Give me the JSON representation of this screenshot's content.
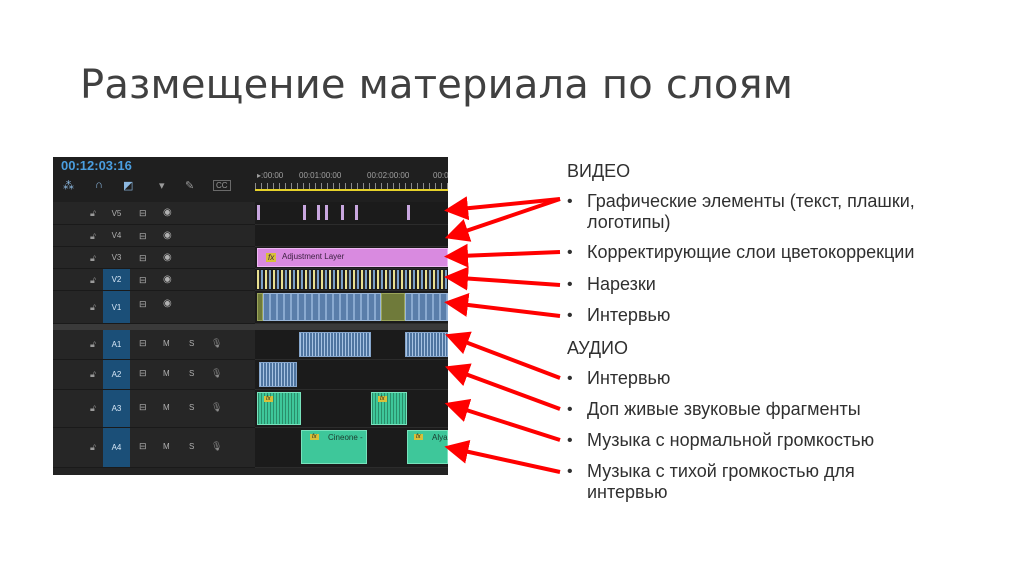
{
  "slide": {
    "title": "Размещение материала по слоям"
  },
  "timeline": {
    "timecode": "00:12:03:16",
    "ruler": [
      "▸:00:00",
      "00:01:00:00",
      "00:02:00:00",
      "00:0"
    ],
    "cc_label": "CC",
    "tracks": {
      "v5": "V5",
      "v4": "V4",
      "v3": "V3",
      "v2": "V2",
      "v1": "V1",
      "a1": "A1",
      "a2": "A2",
      "a3": "A3",
      "a4": "A4"
    },
    "m_label": "M",
    "s_label": "S",
    "clips": {
      "adjustment_label": "Adjustment Layer",
      "fx_label": "fx",
      "cinema_label": "Cineone -",
      "aly_label": "Alya"
    }
  },
  "legend": {
    "video_heading": "ВИДЕО",
    "video_items": [
      "Графические элементы (текст, плашки, логотипы)",
      "Корректирующие слои цветокоррекции",
      "Нарезки",
      "Интервью"
    ],
    "audio_heading": "АУДИО",
    "audio_items": [
      "Интервью",
      "Доп живые звуковые фрагменты",
      "Музыка с нормальной громкостью",
      "Музыка с тихой громкостью для интервью"
    ],
    "bullet": "•"
  },
  "colors": {
    "arrow": "#ff0000",
    "timecode": "#4a9ee0",
    "adjustment_layer": "#d98ae0",
    "audio_green": "#3ec79a",
    "video_blue": "#6f94c4"
  }
}
